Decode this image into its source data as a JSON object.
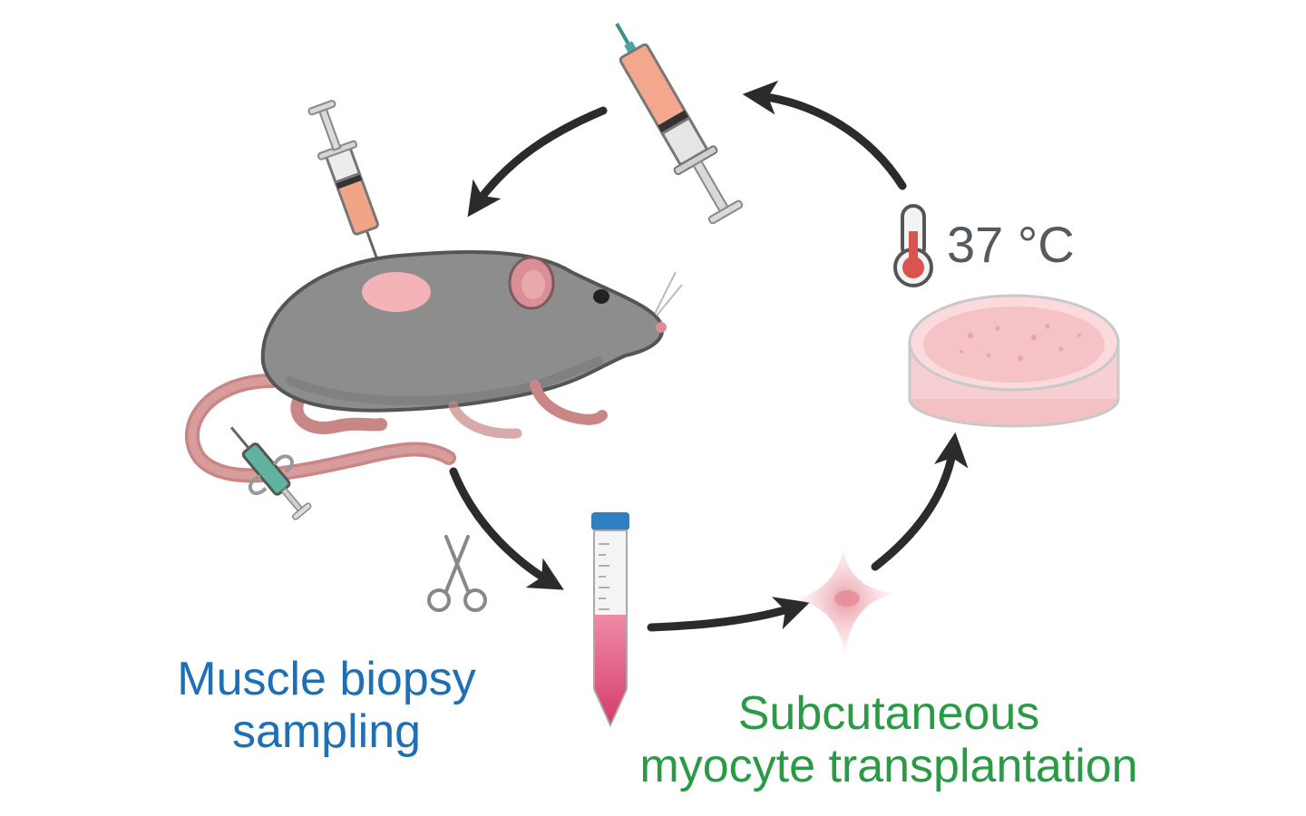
{
  "labels": {
    "biopsy_line1": "Muscle biopsy",
    "biopsy_line2": "sampling",
    "transplant_line1": "Subcutaneous",
    "transplant_line2": "myocyte transplantation",
    "temperature": "37 °C"
  },
  "colors": {
    "biopsy_text": "#1f6fb5",
    "transplant_text": "#2a9a45",
    "arrow": "#1a1a1a",
    "mouse_body": "#8c8c8c",
    "pink_tissue": "#f2a9ad",
    "culture_dish": "#f7c9cc"
  },
  "icons": [
    "syringe-icon",
    "mouse-icon",
    "scissors-icon",
    "centrifuge-tube-icon",
    "myocyte-cell-icon",
    "petri-dish-icon",
    "thermometer-icon",
    "cycle-arrow-icon"
  ]
}
